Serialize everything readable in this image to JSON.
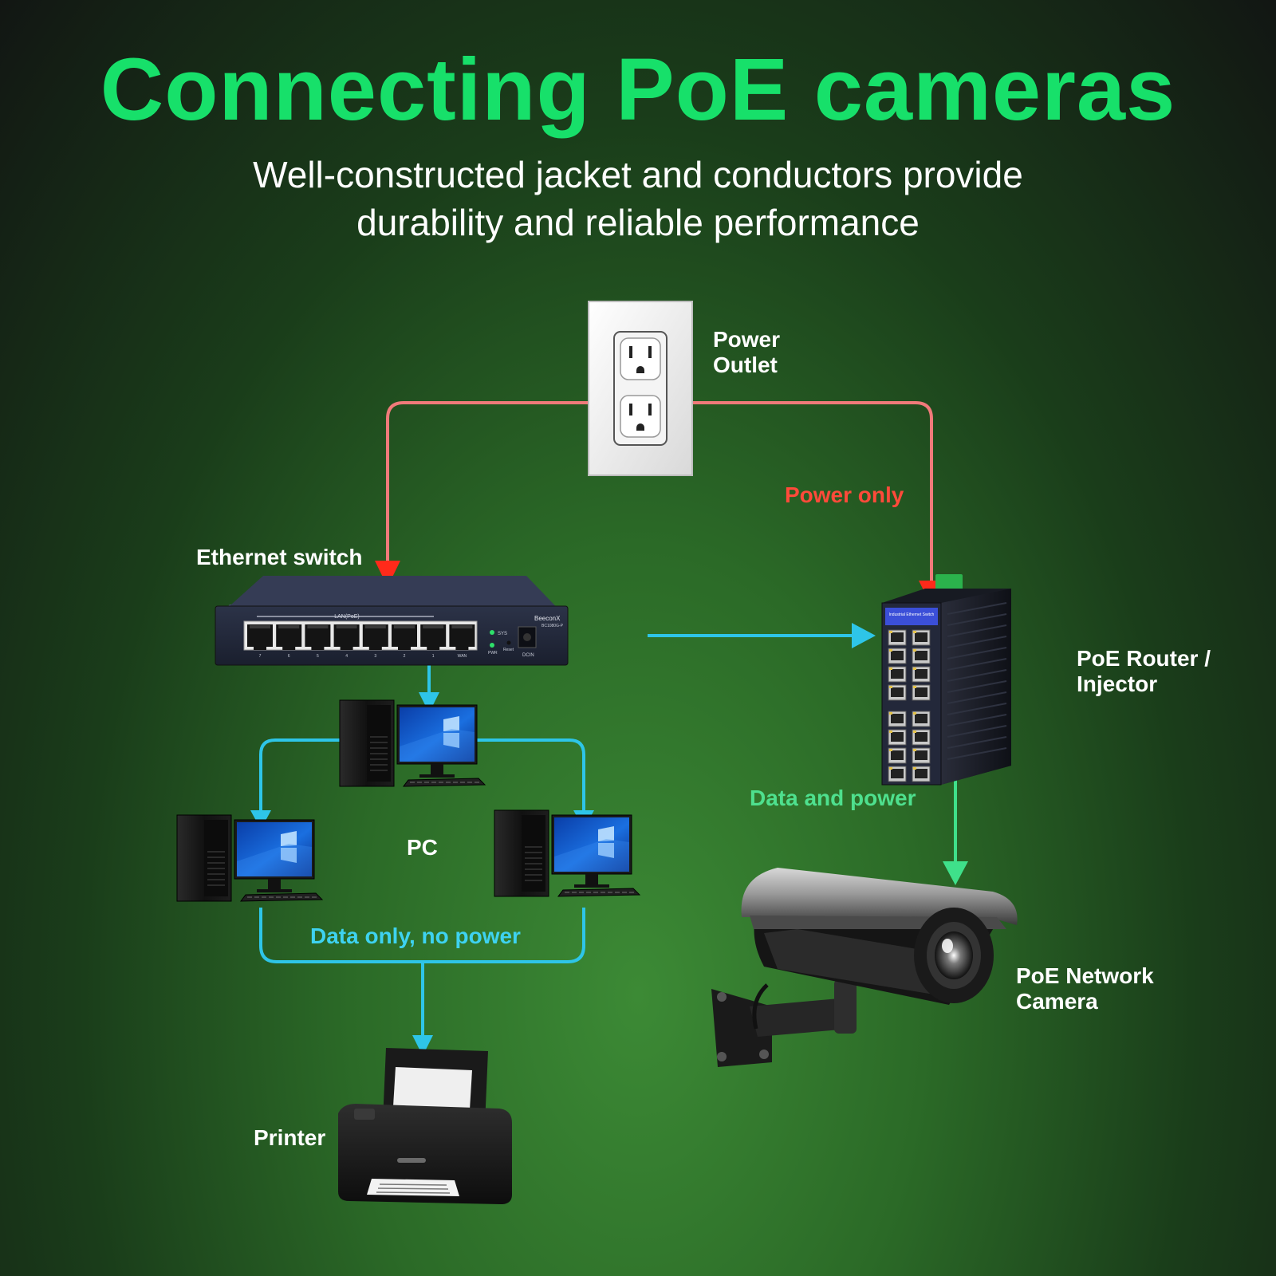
{
  "title": "Connecting PoE cameras",
  "subtitle_line1": "Well-constructed jacket and conductors provide",
  "subtitle_line2": "durability and reliable performance",
  "labels": {
    "power_outlet_line1": "Power",
    "power_outlet_line2": "Outlet",
    "ethernet_switch": "Ethernet switch",
    "poe_router_line1": "PoE Router /",
    "poe_router_line2": "Injector",
    "pc": "PC",
    "printer": "Printer",
    "camera_line1": "PoE Network",
    "camera_line2": "Camera"
  },
  "flows": {
    "power_only": "Power only",
    "data_and_power": "Data and power",
    "data_only": "Data only, no power"
  },
  "device_text": {
    "switch_brand": "BeeconX",
    "switch_model": "BC1080G-P",
    "switch_port_group": "LAN(PoE)",
    "switch_port_numbers": [
      "7",
      "6",
      "5",
      "4",
      "3",
      "2",
      "1",
      "WAN"
    ],
    "switch_led_sys": "SYS",
    "switch_led_pwr": "PWR",
    "switch_reset": "Reset",
    "switch_dcin": "DCIN",
    "router_plate": "Industrial Ethernet Switch"
  },
  "colors": {
    "title_green": "#17e06a",
    "power_line": "#f07a7a",
    "power_arrow": "#ff2a1a",
    "power_text": "#ff4a3a",
    "data_line": "#2ec5e8",
    "data_text": "#3ed2f0",
    "data_power_line": "#3fe08a",
    "data_power_text": "#4ee08e"
  }
}
